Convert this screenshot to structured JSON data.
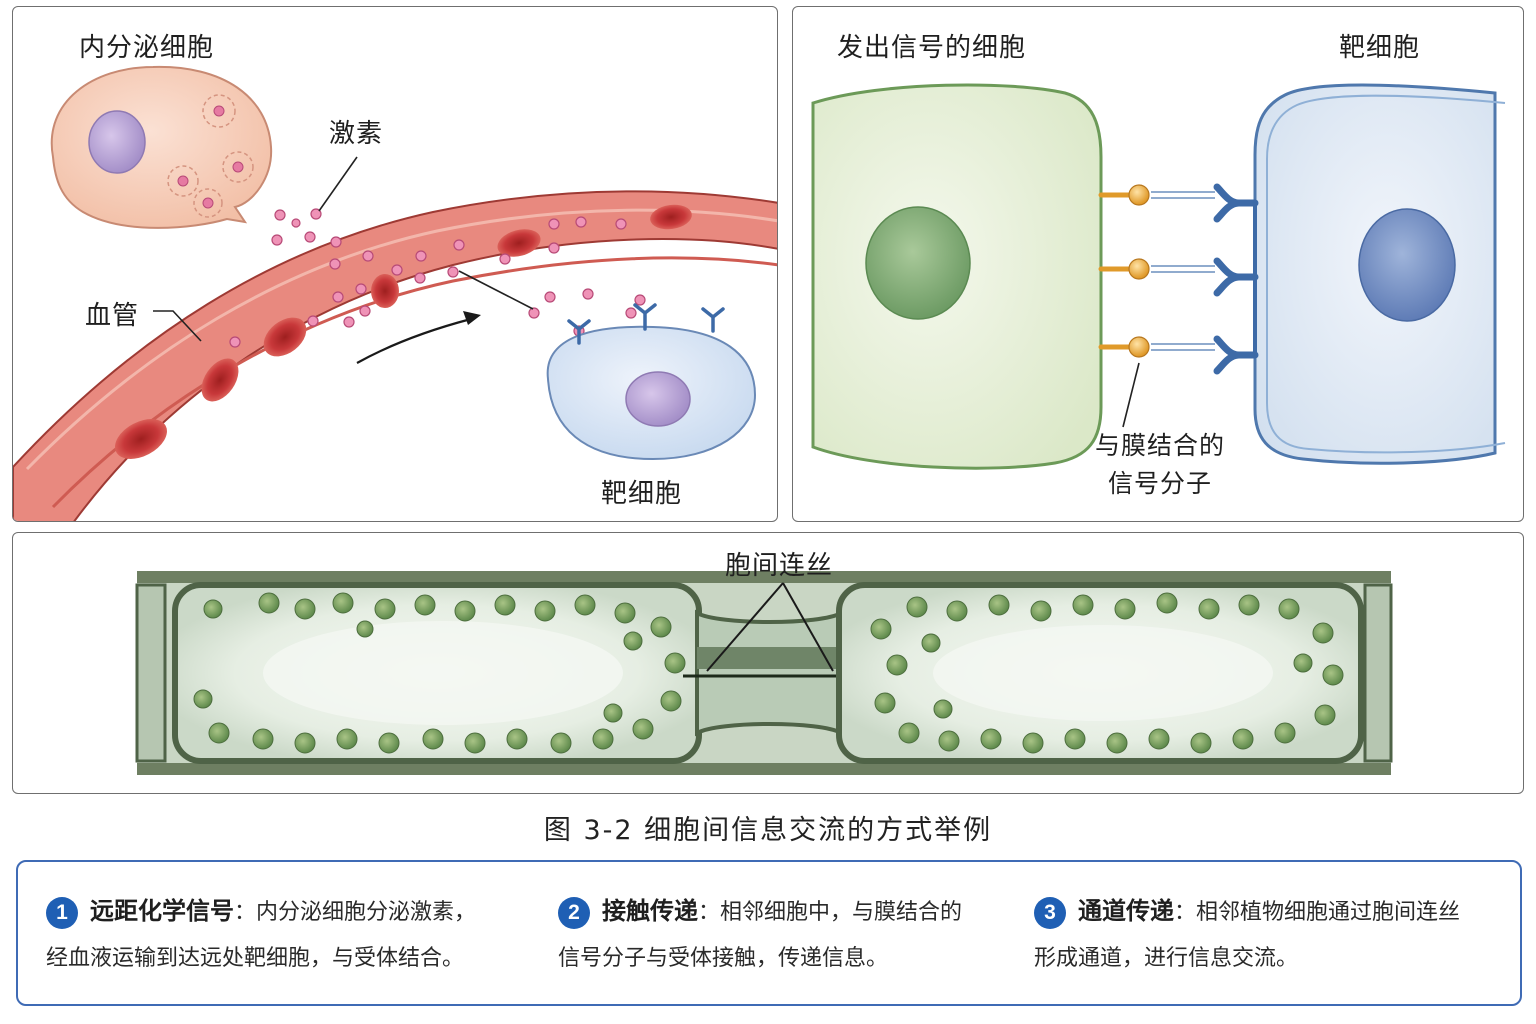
{
  "panel_a": {
    "endocrine_cell": "内分泌细胞",
    "hormone": "激素",
    "blood_vessel": "血管",
    "target_cell": "靶细胞"
  },
  "panel_b": {
    "signal_cell": "发出信号的细胞",
    "target_cell": "靶细胞",
    "molecule_line1": "与膜结合的",
    "molecule_line2": "信号分子"
  },
  "panel_c": {
    "plasmodesmata": "胞间连丝"
  },
  "caption": "图 3-2  细胞间信息交流的方式举例",
  "legend": [
    {
      "num": "1",
      "title": "远距化学信号",
      "line1": "：内分泌细胞分泌激素，",
      "line2": "经血液运输到达远处靶细胞，与受体结合。"
    },
    {
      "num": "2",
      "title": "接触传递",
      "line1": "：相邻细胞中，与膜结合的",
      "line2": "信号分子与受体接触，传递信息。"
    },
    {
      "num": "3",
      "title": "通道传递",
      "line1": "：相邻植物细胞通过胞间连丝",
      "line2": "形成通道，进行信息交流。"
    }
  ],
  "colors": {
    "frame": "#6f6f6f",
    "legend_border": "#3f6bb5",
    "badge": "#1f5fb4",
    "blood": "#c9463f",
    "hormone": "#e06b9a",
    "signal_cell": "#e7f0d9",
    "target_cell": "#d7e4f2",
    "plant_cell": "#c8d7c6"
  }
}
